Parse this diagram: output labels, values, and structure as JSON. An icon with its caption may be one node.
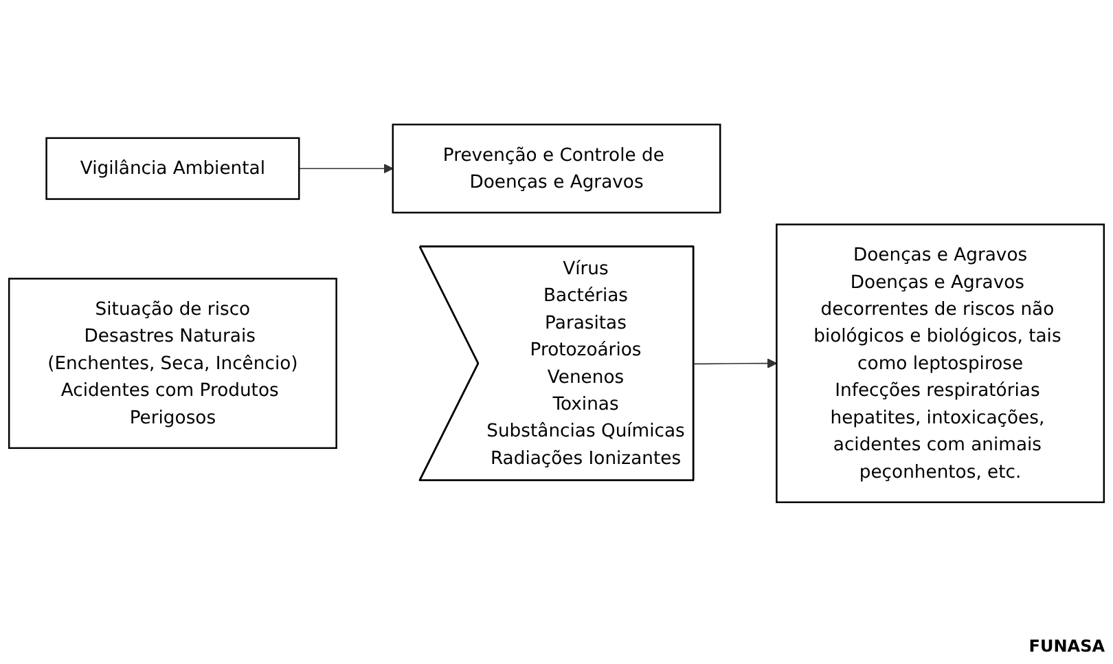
{
  "diagram": {
    "nodes": [
      {
        "text": [
          "Vigilância Ambiental"
        ]
      },
      {
        "text": [
          "Prevenção e Controle de Doenças e Agravos"
        ]
      },
      {
        "text": [
          "Situação de risco",
          "Desastres Naturais (Enchentes, Seca, Incêncio)",
          "Acidentes com Produtos Perigosos"
        ]
      },
      {
        "text": [
          "Vírus",
          "Bactérias",
          "Parasitas",
          "Protozoários",
          "Venenos",
          "Toxinas",
          "Substâncias Químicas",
          "Radiações Ionizantes"
        ]
      },
      {
        "text": [
          "Doenças e Agravos",
          "Doenças e Agravos decorrentes de riscos não biológicos e biológicos, tais como leptospirose",
          "Infecções respiratórias hepatites, intoxicações, acidentes com animais peçonhentos, etc."
        ]
      }
    ],
    "edges": [
      {
        "from": 0,
        "to": 1,
        "arrow": "to"
      },
      {
        "from": 3,
        "to": 4,
        "arrow": "to"
      }
    ],
    "labels": [
      "FUNASA"
    ]
  }
}
